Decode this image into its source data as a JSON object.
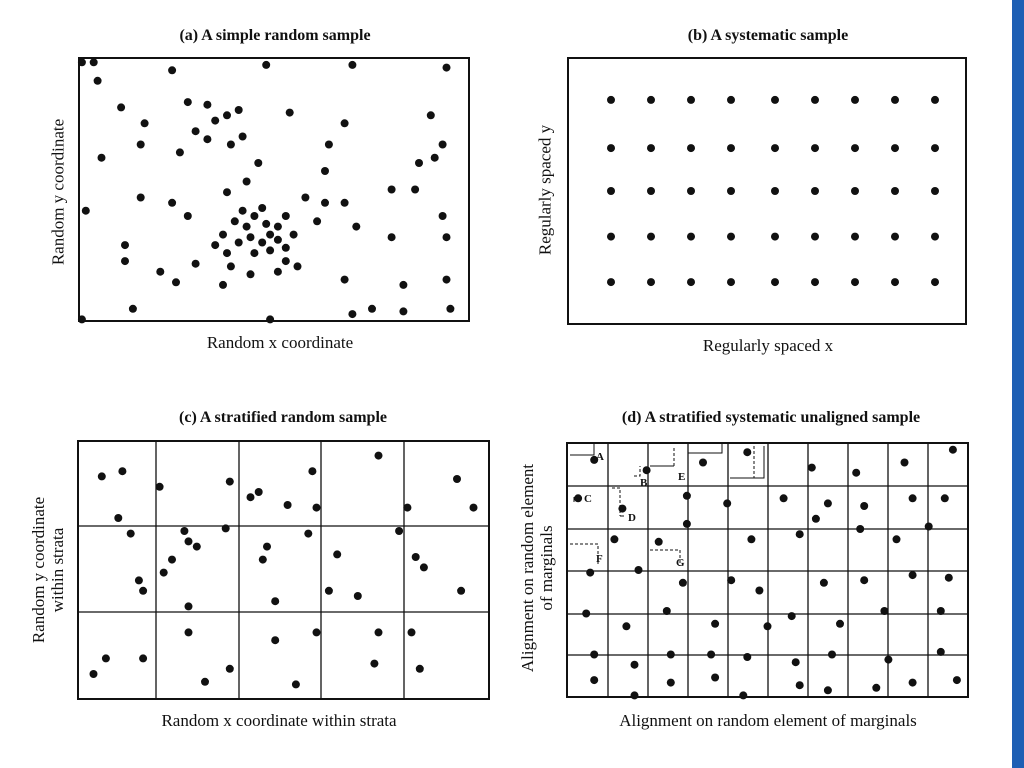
{
  "panels": {
    "a": {
      "title": "(a) A simple random sample",
      "xlabel": "Random x coordinate",
      "ylabel": "Random y coordinate"
    },
    "b": {
      "title": "(b) A systematic sample",
      "xlabel": "Regularly spaced x",
      "ylabel": "Regularly spaced y"
    },
    "c": {
      "title": "(c) A stratified random sample",
      "xlabel": "Random x coordinate within strata",
      "ylabel_line1": "Random y coordinate",
      "ylabel_line2": "within strata"
    },
    "d": {
      "title": "(d) A stratified systematic unaligned sample",
      "xlabel": "Alignment on random element of marginals",
      "ylabel_line1": "Alignment on random element",
      "ylabel_line2": "of marginals"
    }
  },
  "point_labels": [
    "A",
    "B",
    "C",
    "D",
    "E",
    "F",
    "G"
  ],
  "colors": {
    "ink": "#111111",
    "accent_bar": "#1e5fb4",
    "background": "#ffffff"
  },
  "sample_points": {
    "a": [
      [
        0.01,
        0.02
      ],
      [
        0.04,
        0.02
      ],
      [
        0.05,
        0.09
      ],
      [
        0.24,
        0.05
      ],
      [
        0.48,
        0.03
      ],
      [
        0.7,
        0.03
      ],
      [
        0.94,
        0.04
      ],
      [
        0.11,
        0.19
      ],
      [
        0.17,
        0.25
      ],
      [
        0.28,
        0.17
      ],
      [
        0.33,
        0.18
      ],
      [
        0.35,
        0.24
      ],
      [
        0.38,
        0.22
      ],
      [
        0.41,
        0.2
      ],
      [
        0.3,
        0.28
      ],
      [
        0.33,
        0.31
      ],
      [
        0.39,
        0.33
      ],
      [
        0.42,
        0.3
      ],
      [
        0.54,
        0.21
      ],
      [
        0.64,
        0.33
      ],
      [
        0.68,
        0.25
      ],
      [
        0.9,
        0.22
      ],
      [
        0.06,
        0.38
      ],
      [
        0.16,
        0.33
      ],
      [
        0.26,
        0.36
      ],
      [
        0.46,
        0.4
      ],
      [
        0.43,
        0.47
      ],
      [
        0.38,
        0.51
      ],
      [
        0.63,
        0.43
      ],
      [
        0.87,
        0.4
      ],
      [
        0.91,
        0.38
      ],
      [
        0.93,
        0.33
      ],
      [
        0.02,
        0.58
      ],
      [
        0.16,
        0.53
      ],
      [
        0.24,
        0.55
      ],
      [
        0.28,
        0.6
      ],
      [
        0.42,
        0.58
      ],
      [
        0.43,
        0.64
      ],
      [
        0.45,
        0.6
      ],
      [
        0.47,
        0.57
      ],
      [
        0.48,
        0.63
      ],
      [
        0.4,
        0.62
      ],
      [
        0.37,
        0.67
      ],
      [
        0.41,
        0.7
      ],
      [
        0.44,
        0.68
      ],
      [
        0.47,
        0.7
      ],
      [
        0.49,
        0.67
      ],
      [
        0.51,
        0.64
      ],
      [
        0.51,
        0.69
      ],
      [
        0.53,
        0.6
      ],
      [
        0.55,
        0.67
      ],
      [
        0.35,
        0.71
      ],
      [
        0.38,
        0.74
      ],
      [
        0.45,
        0.74
      ],
      [
        0.49,
        0.73
      ],
      [
        0.53,
        0.72
      ],
      [
        0.39,
        0.79
      ],
      [
        0.37,
        0.86
      ],
      [
        0.44,
        0.82
      ],
      [
        0.51,
        0.81
      ],
      [
        0.53,
        0.77
      ],
      [
        0.58,
        0.53
      ],
      [
        0.61,
        0.62
      ],
      [
        0.63,
        0.55
      ],
      [
        0.68,
        0.55
      ],
      [
        0.71,
        0.64
      ],
      [
        0.8,
        0.5
      ],
      [
        0.86,
        0.5
      ],
      [
        0.93,
        0.6
      ],
      [
        0.94,
        0.68
      ],
      [
        0.12,
        0.71
      ],
      [
        0.12,
        0.77
      ],
      [
        0.25,
        0.85
      ],
      [
        0.21,
        0.81
      ],
      [
        0.3,
        0.78
      ],
      [
        0.56,
        0.79
      ],
      [
        0.68,
        0.84
      ],
      [
        0.8,
        0.68
      ],
      [
        0.83,
        0.86
      ],
      [
        0.94,
        0.84
      ],
      [
        0.14,
        0.95
      ],
      [
        0.49,
        0.99
      ],
      [
        0.7,
        0.97
      ],
      [
        0.75,
        0.95
      ],
      [
        0.83,
        0.96
      ],
      [
        0.95,
        0.95
      ],
      [
        0.01,
        0.99
      ]
    ],
    "b": [
      [
        0.11,
        0.16
      ],
      [
        0.21,
        0.16
      ],
      [
        0.31,
        0.16
      ],
      [
        0.41,
        0.16
      ],
      [
        0.52,
        0.16
      ],
      [
        0.62,
        0.16
      ],
      [
        0.72,
        0.16
      ],
      [
        0.82,
        0.16
      ],
      [
        0.92,
        0.16
      ],
      [
        0.11,
        0.34
      ],
      [
        0.21,
        0.34
      ],
      [
        0.31,
        0.34
      ],
      [
        0.41,
        0.34
      ],
      [
        0.52,
        0.34
      ],
      [
        0.62,
        0.34
      ],
      [
        0.72,
        0.34
      ],
      [
        0.82,
        0.34
      ],
      [
        0.92,
        0.34
      ],
      [
        0.11,
        0.5
      ],
      [
        0.21,
        0.5
      ],
      [
        0.31,
        0.5
      ],
      [
        0.41,
        0.5
      ],
      [
        0.52,
        0.5
      ],
      [
        0.62,
        0.5
      ],
      [
        0.72,
        0.5
      ],
      [
        0.82,
        0.5
      ],
      [
        0.92,
        0.5
      ],
      [
        0.11,
        0.67
      ],
      [
        0.21,
        0.67
      ],
      [
        0.31,
        0.67
      ],
      [
        0.41,
        0.67
      ],
      [
        0.52,
        0.67
      ],
      [
        0.62,
        0.67
      ],
      [
        0.72,
        0.67
      ],
      [
        0.82,
        0.67
      ],
      [
        0.92,
        0.67
      ],
      [
        0.11,
        0.84
      ],
      [
        0.21,
        0.84
      ],
      [
        0.31,
        0.84
      ],
      [
        0.41,
        0.84
      ],
      [
        0.52,
        0.84
      ],
      [
        0.62,
        0.84
      ],
      [
        0.72,
        0.84
      ],
      [
        0.82,
        0.84
      ],
      [
        0.92,
        0.84
      ]
    ],
    "c": [
      [
        0.04,
        0.9
      ],
      [
        0.13,
        0.36
      ],
      [
        0.06,
        0.14
      ],
      [
        0.11,
        0.12
      ],
      [
        0.16,
        0.58
      ],
      [
        0.2,
        0.18
      ],
      [
        0.15,
        0.54
      ],
      [
        0.21,
        0.51
      ],
      [
        0.1,
        0.3
      ],
      [
        0.23,
        0.46
      ],
      [
        0.26,
        0.35
      ],
      [
        0.27,
        0.39
      ],
      [
        0.29,
        0.41
      ],
      [
        0.27,
        0.64
      ],
      [
        0.36,
        0.34
      ],
      [
        0.37,
        0.16
      ],
      [
        0.42,
        0.22
      ],
      [
        0.44,
        0.2
      ],
      [
        0.45,
        0.46
      ],
      [
        0.46,
        0.41
      ],
      [
        0.48,
        0.62
      ],
      [
        0.51,
        0.25
      ],
      [
        0.57,
        0.12
      ],
      [
        0.58,
        0.26
      ],
      [
        0.63,
        0.44
      ],
      [
        0.61,
        0.58
      ],
      [
        0.56,
        0.36
      ],
      [
        0.68,
        0.6
      ],
      [
        0.73,
        0.06
      ],
      [
        0.8,
        0.26
      ],
      [
        0.78,
        0.35
      ],
      [
        0.82,
        0.45
      ],
      [
        0.84,
        0.49
      ],
      [
        0.92,
        0.15
      ],
      [
        0.96,
        0.26
      ],
      [
        0.93,
        0.58
      ],
      [
        0.07,
        0.84
      ],
      [
        0.27,
        0.74
      ],
      [
        0.16,
        0.84
      ],
      [
        0.31,
        0.93
      ],
      [
        0.37,
        0.88
      ],
      [
        0.53,
        0.94
      ],
      [
        0.48,
        0.77
      ],
      [
        0.58,
        0.74
      ],
      [
        0.73,
        0.74
      ],
      [
        0.72,
        0.86
      ],
      [
        0.81,
        0.74
      ],
      [
        0.83,
        0.88
      ]
    ],
    "d": [
      [
        0.07,
        0.07
      ],
      [
        0.2,
        0.11
      ],
      [
        0.34,
        0.08
      ],
      [
        0.45,
        0.04
      ],
      [
        0.61,
        0.1
      ],
      [
        0.72,
        0.12
      ],
      [
        0.84,
        0.08
      ],
      [
        0.96,
        0.03
      ],
      [
        0.03,
        0.22
      ],
      [
        0.14,
        0.26
      ],
      [
        0.3,
        0.21
      ],
      [
        0.4,
        0.24
      ],
      [
        0.54,
        0.22
      ],
      [
        0.65,
        0.24
      ],
      [
        0.74,
        0.25
      ],
      [
        0.86,
        0.22
      ],
      [
        0.94,
        0.22
      ],
      [
        0.12,
        0.38
      ],
      [
        0.23,
        0.39
      ],
      [
        0.3,
        0.32
      ],
      [
        0.46,
        0.38
      ],
      [
        0.58,
        0.36
      ],
      [
        0.62,
        0.3
      ],
      [
        0.73,
        0.34
      ],
      [
        0.82,
        0.38
      ],
      [
        0.9,
        0.33
      ],
      [
        0.06,
        0.51
      ],
      [
        0.18,
        0.5
      ],
      [
        0.29,
        0.55
      ],
      [
        0.41,
        0.54
      ],
      [
        0.48,
        0.58
      ],
      [
        0.64,
        0.55
      ],
      [
        0.74,
        0.54
      ],
      [
        0.86,
        0.52
      ],
      [
        0.95,
        0.53
      ],
      [
        0.05,
        0.67
      ],
      [
        0.15,
        0.72
      ],
      [
        0.25,
        0.66
      ],
      [
        0.37,
        0.71
      ],
      [
        0.5,
        0.72
      ],
      [
        0.56,
        0.68
      ],
      [
        0.68,
        0.71
      ],
      [
        0.79,
        0.66
      ],
      [
        0.93,
        0.66
      ],
      [
        0.07,
        0.83
      ],
      [
        0.17,
        0.87
      ],
      [
        0.26,
        0.83
      ],
      [
        0.36,
        0.83
      ],
      [
        0.45,
        0.84
      ],
      [
        0.57,
        0.86
      ],
      [
        0.66,
        0.83
      ],
      [
        0.8,
        0.85
      ],
      [
        0.93,
        0.82
      ],
      [
        0.07,
        0.93
      ],
      [
        0.17,
        0.99
      ],
      [
        0.26,
        0.94
      ],
      [
        0.37,
        0.92
      ],
      [
        0.44,
        0.99
      ],
      [
        0.58,
        0.95
      ],
      [
        0.65,
        0.97
      ],
      [
        0.77,
        0.96
      ],
      [
        0.86,
        0.94
      ],
      [
        0.97,
        0.93
      ]
    ]
  }
}
